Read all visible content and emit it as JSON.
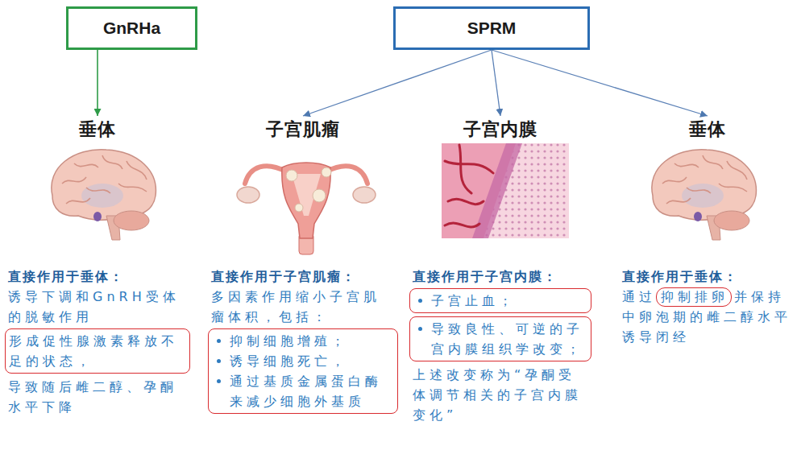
{
  "diagram": {
    "nodes": [
      {
        "text": [
          "GnRHa"
        ]
      },
      {
        "text": [
          "SPRM"
        ]
      },
      {
        "text": [
          "垂体",
          "直接作用于垂体：",
          "诱导下调和GnRH受体的脱敏作用",
          "导致随后雌二醇、孕酮水平下降"
        ]
      },
      {
        "text": [
          "形成促性腺激素释放不足的状态，"
        ],
        "in": 2
      },
      {
        "text": [
          "子宫肌瘤",
          "直接作用于子宫肌瘤：",
          "多因素作用缩小子宫肌瘤体积，包括："
        ]
      },
      {
        "text": [
          "抑制细胞增殖；",
          "诱导细胞死亡，",
          "通过基质金属蛋白酶来减少细胞外基质"
        ],
        "in": 4
      },
      {
        "text": [
          "子宫内膜",
          "直接作用于子宫内膜：",
          "上述改变称为“孕酮受体调节相关的子宫内膜变化”"
        ]
      },
      {
        "text": [
          "子宫止血；"
        ],
        "in": 6
      },
      {
        "text": [
          "导致良性、可逆的子宫内膜组织学改变；"
        ],
        "in": 6
      },
      {
        "text": [
          "垂体",
          "直接作用于垂体：",
          "通过",
          "并保持中卵泡期的雌二醇水平诱导闭经"
        ]
      },
      {
        "text": [
          "抑制排卵"
        ],
        "in": 9
      }
    ],
    "edges": [
      {
        "from": 0,
        "to": 2,
        "arrow": "to"
      },
      {
        "from": 1,
        "to": 4,
        "arrow": "to"
      },
      {
        "from": 1,
        "to": 6,
        "arrow": "to"
      },
      {
        "from": 1,
        "to": 9,
        "arrow": "to"
      }
    ]
  }
}
